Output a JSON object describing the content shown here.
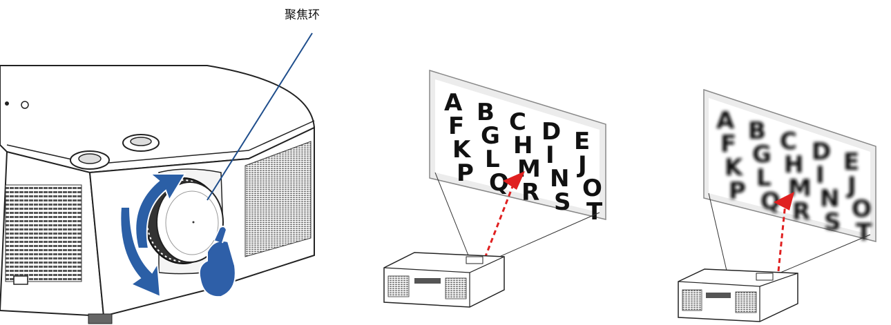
{
  "callout": {
    "label": "聚焦环"
  },
  "screens": {
    "focused": {
      "rows": [
        [
          "A",
          "B",
          "C",
          "D",
          "E"
        ],
        [
          "F",
          "G",
          "H",
          "I",
          "J"
        ],
        [
          "K",
          "L",
          "M",
          "N",
          "O"
        ],
        [
          "P",
          "Q",
          "R",
          "S",
          "T"
        ]
      ]
    },
    "blurred": {
      "rows": [
        [
          "A",
          "B",
          "C",
          "D",
          "E"
        ],
        [
          "F",
          "G",
          "H",
          "I",
          "J"
        ],
        [
          "K",
          "L",
          "M",
          "N",
          "O"
        ],
        [
          "P",
          "Q",
          "R",
          "S",
          "T"
        ]
      ]
    }
  },
  "colors": {
    "callout_line": "#1f4e8c",
    "arrow": "#2b5fa6",
    "hand": "#2e5fa8",
    "red_arrow": "#e02020",
    "outline": "#222222"
  }
}
